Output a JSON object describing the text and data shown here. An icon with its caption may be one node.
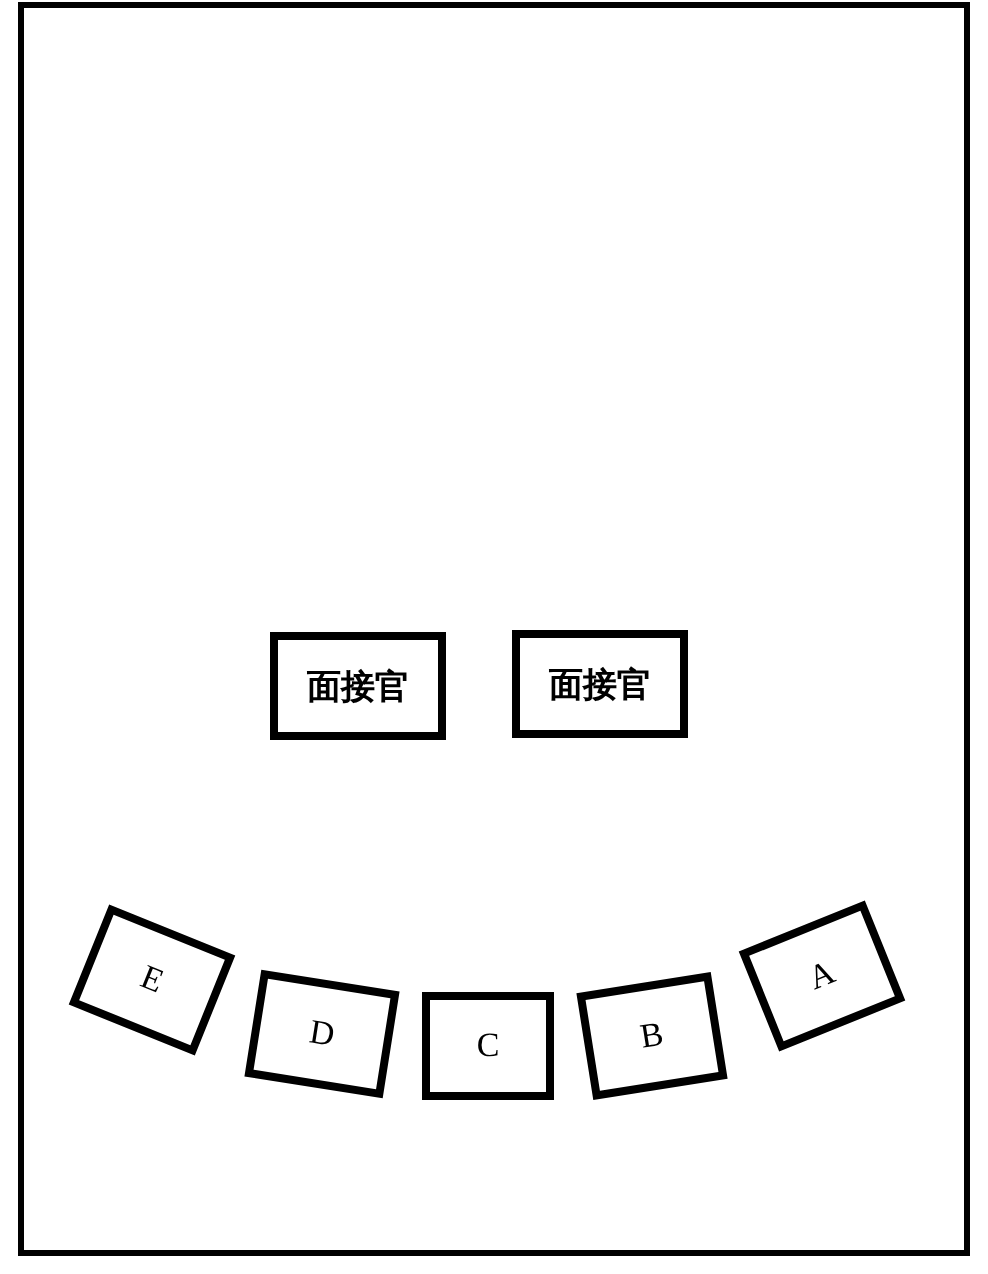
{
  "diagram": {
    "nodes": [
      {
        "text": [
          "面接官"
        ]
      },
      {
        "text": [
          "面接官"
        ]
      },
      {
        "text": [
          "E"
        ]
      },
      {
        "text": [
          "D"
        ]
      },
      {
        "text": [
          "C"
        ]
      },
      {
        "text": [
          "B"
        ]
      },
      {
        "text": [
          "A"
        ]
      }
    ]
  }
}
